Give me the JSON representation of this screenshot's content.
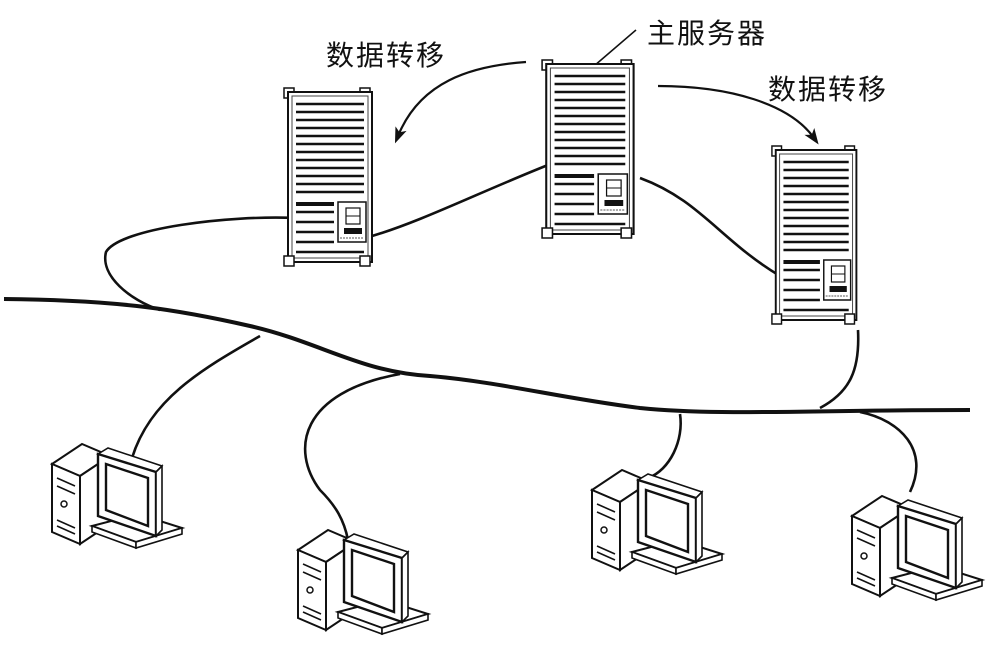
{
  "labels": {
    "main_server": "主服务器",
    "transfer_left": "数据转移",
    "transfer_right": "数据转移"
  },
  "colors": {
    "line": "#111111",
    "fill": "#ffffff",
    "detail": "#555555"
  },
  "icons": {
    "server": "server-tower-icon",
    "client": "desktop-computer-icon"
  }
}
